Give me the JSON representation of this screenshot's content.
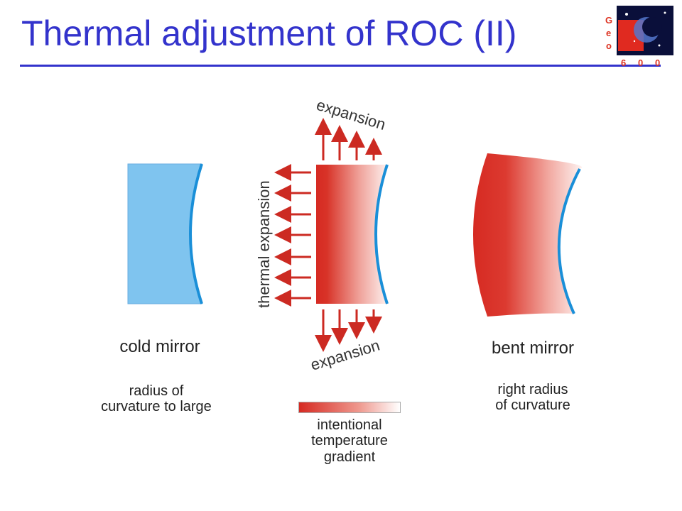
{
  "slide": {
    "title": "Thermal adjustment of ROC (II)",
    "accent_color": "#3333cc"
  },
  "logo": {
    "name": "GEO 600",
    "letters_vertical": [
      "G",
      "e",
      "o"
    ],
    "letters_horizontal": [
      "6",
      "0",
      "0"
    ]
  },
  "diagram": {
    "colors": {
      "cold_mirror": "#7fc4ef",
      "mirror_surface": "#1a8fd8",
      "hot": "#d62a22",
      "arrow": "#cc2a22"
    },
    "labels": {
      "expansion_top": "expansion",
      "expansion_bottom": "expansion",
      "thermal_expansion": "thermal expansion",
      "cold_mirror": "cold mirror",
      "cold_mirror_note": [
        "radius  of",
        "curvature to large"
      ],
      "bent_mirror": "bent mirror",
      "bent_mirror_note": [
        "right radius",
        "of curvature"
      ],
      "gradient_legend": [
        "intentional",
        "temperature",
        "gradient"
      ]
    }
  }
}
